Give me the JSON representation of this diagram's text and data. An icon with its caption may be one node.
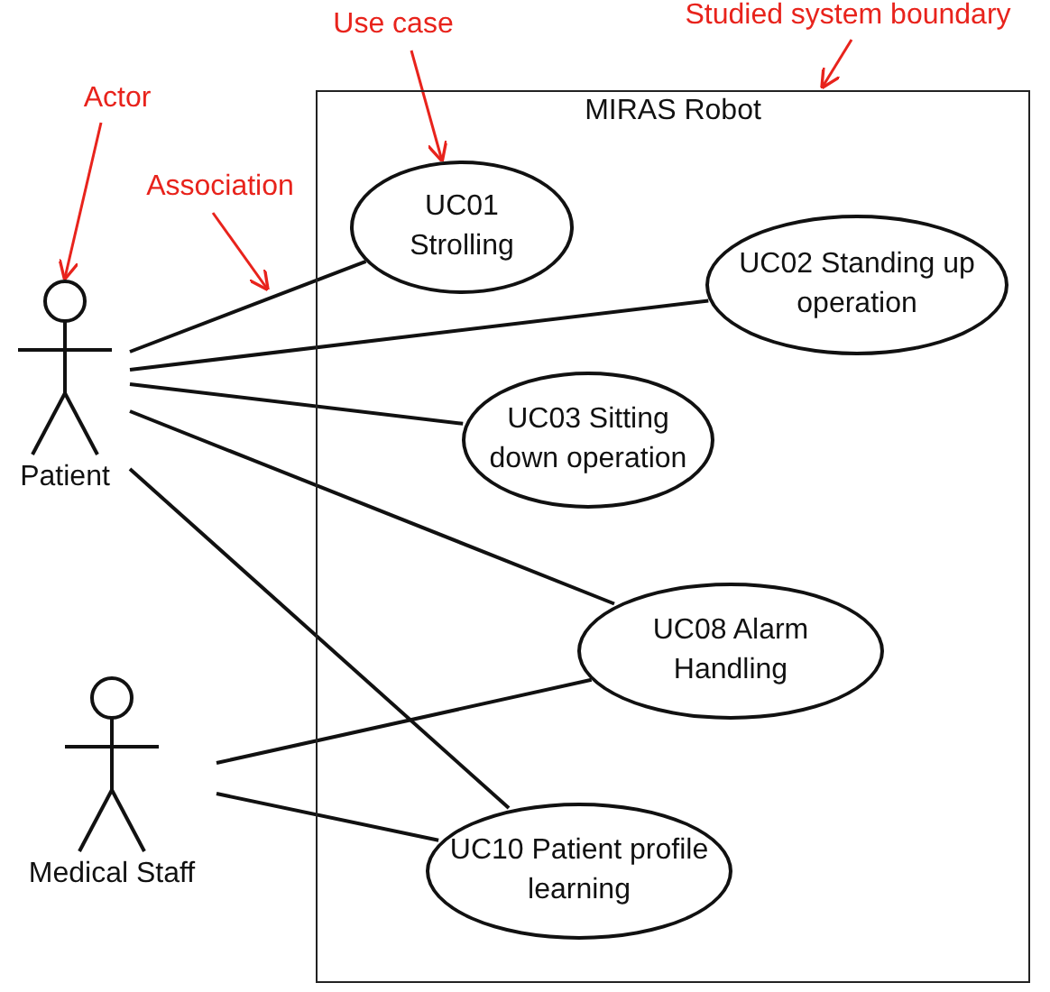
{
  "diagram": {
    "nodes": [
      {
        "text": [
          "MIRAS Robot"
        ]
      },
      {
        "text": [
          "UC01 Strolling"
        ],
        "in": 0
      },
      {
        "text": [
          "UC02 Standing up operation"
        ],
        "in": 0
      },
      {
        "text": [
          "UC03 Sitting down operation"
        ],
        "in": 0
      },
      {
        "text": [
          "UC08 Alarm Handling"
        ],
        "in": 0
      },
      {
        "text": [
          "UC10 Patient profile learning"
        ],
        "in": 0
      },
      {
        "text": [
          "Patient"
        ]
      },
      {
        "text": [
          "Medical Staff"
        ]
      },
      {
        "text": [
          "Actor"
        ]
      },
      {
        "text": [
          "Association"
        ]
      },
      {
        "text": [
          "Use case"
        ]
      },
      {
        "text": [
          "Studied system boundary"
        ]
      }
    ],
    "edges": [
      {
        "from": 6,
        "to": 1,
        "arrow": "none"
      },
      {
        "from": 6,
        "to": 2,
        "arrow": "none"
      },
      {
        "from": 6,
        "to": 3,
        "arrow": "none"
      },
      {
        "from": 6,
        "to": 4,
        "arrow": "none"
      },
      {
        "from": 6,
        "to": 5,
        "arrow": "none"
      },
      {
        "from": 7,
        "to": 4,
        "arrow": "none"
      },
      {
        "from": 7,
        "to": 5,
        "arrow": "none"
      },
      {
        "from": 8,
        "to": 6,
        "arrow": "to",
        "color": "#e8231c"
      },
      {
        "from": 9,
        "to": null,
        "arrow": "to",
        "color": "#e8231c"
      },
      {
        "from": 10,
        "to": 1,
        "arrow": "to",
        "color": "#e8231c"
      },
      {
        "from": 11,
        "to": 0,
        "arrow": "to",
        "color": "#e8231c"
      }
    ]
  }
}
